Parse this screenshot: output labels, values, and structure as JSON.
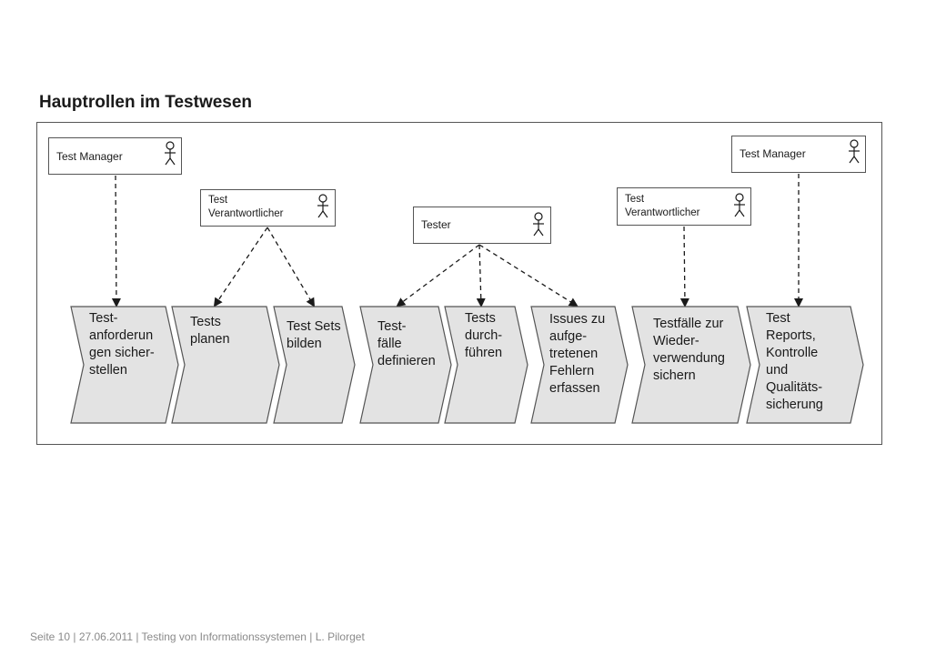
{
  "title": "Hauptrollen im Testwesen",
  "roles": {
    "test_manager_left": "Test Manager",
    "verantwortlicher_left_line1": "Test",
    "verantwortlicher_left_line2": "Verantwortlicher",
    "tester": "Tester",
    "verantwortlicher_right_line1": "Test",
    "verantwortlicher_right_line2": "Verantwortlicher",
    "test_manager_right": "Test Manager"
  },
  "process_steps": [
    {
      "label": "Test-\nanforderun\ngen sicher-\nstellen",
      "role": "Test Manager"
    },
    {
      "label": "Tests\nplanen",
      "role": "Test Verantwortlicher"
    },
    {
      "label": "Test Sets\nbilden",
      "role": "Test Verantwortlicher"
    },
    {
      "label": "Test-\nfälle\ndefinieren",
      "role": "Tester"
    },
    {
      "label": "Tests\ndurch-\nführen",
      "role": "Tester"
    },
    {
      "label": "Issues zu\naufge-\ntretenen\nFehlern\nerfassen",
      "role": "Tester"
    },
    {
      "label": "Testfälle zur\nWieder-\nverwendung\nsichern",
      "role": "Test Verantwortlicher"
    },
    {
      "label": "Test\nReports,\nKontrolle\nund\nQualitäts-\nsicherung",
      "role": "Test Manager"
    }
  ],
  "colors": {
    "chevron_fill": "#e3e3e3",
    "chevron_stroke": "#555555",
    "connector": "#1a1a1a",
    "footer_text": "#8a8a8a"
  },
  "footer": "Seite 10 | 27.06.2011 | Testing von Informationssystemen | L. Pilorget"
}
